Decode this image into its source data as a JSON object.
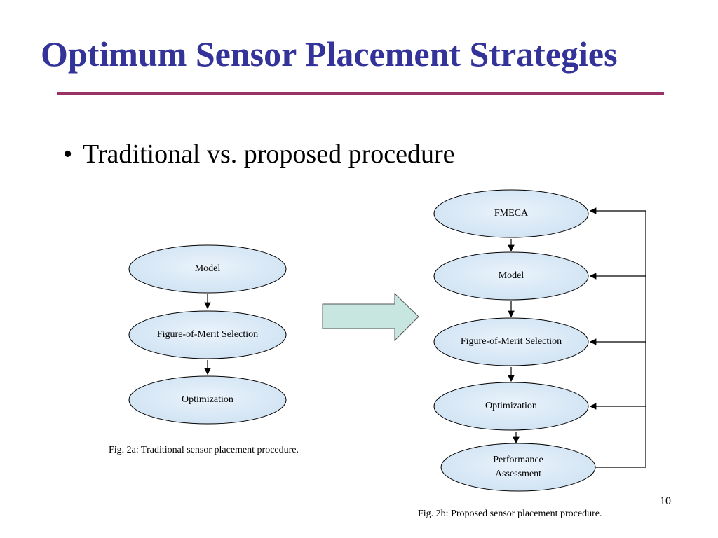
{
  "slide": {
    "title": "Optimum Sensor Placement Strategies",
    "bullet": "Traditional vs. proposed procedure",
    "bullet_symbol": "•",
    "page_number": "10"
  },
  "fig_a": {
    "nodes": [
      "Model",
      "Figure-of-Merit Selection",
      "Optimization"
    ],
    "caption": "Fig. 2a: Traditional sensor placement procedure."
  },
  "fig_b": {
    "nodes": [
      "FMECA",
      "Model",
      "Figure-of-Merit Selection",
      "Optimization",
      "Performance Assessment"
    ],
    "caption": "Fig. 2b: Proposed sensor placement procedure."
  },
  "colors": {
    "title": "#333399",
    "rule": "#993366",
    "node_fill": "#dbe9f5",
    "transition_arrow_fill": "#c8e6e0"
  }
}
